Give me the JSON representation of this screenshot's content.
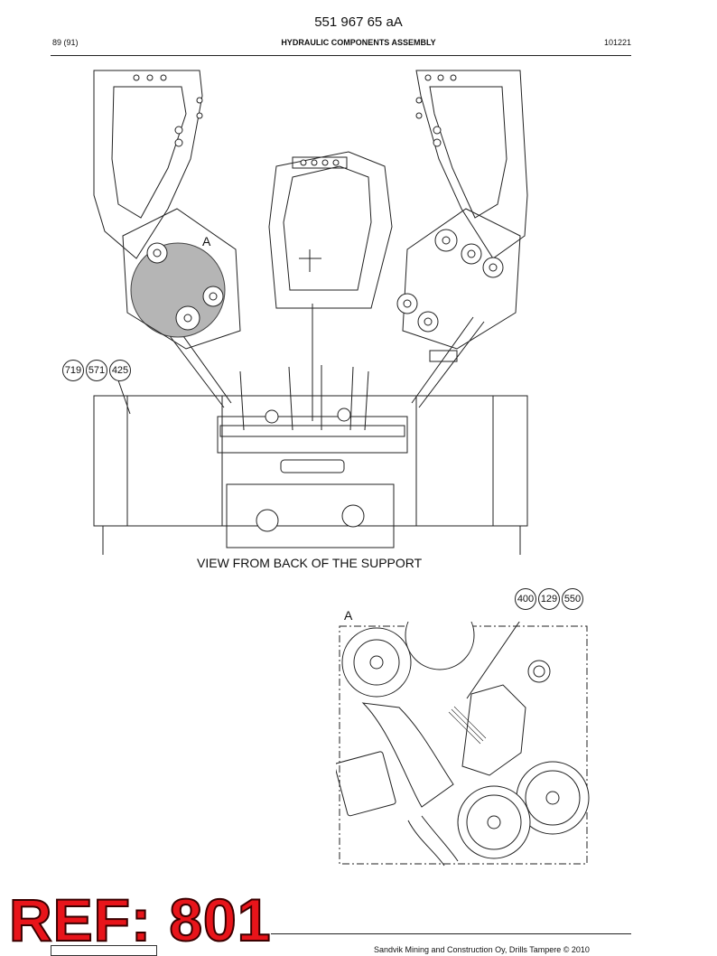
{
  "header": {
    "document_number": "551 967 65 aA",
    "page_index": "89 (91)",
    "title": "HYDRAULIC COMPONENTS ASSEMBLY",
    "date_code": "101221"
  },
  "main_view": {
    "caption": "VIEW FROM BACK OF THE SUPPORT",
    "detail_marker": "A",
    "callouts": [
      "719",
      "571",
      "425"
    ]
  },
  "detail_view": {
    "label": "A",
    "callouts": [
      "400",
      "129",
      "550"
    ]
  },
  "footer": {
    "copyright": "Sandvik Mining and Construction Oy, Drills Tampere © 2010",
    "stamp": "REF: 801"
  },
  "colors": {
    "stamp_red": "#e8141a",
    "line": "#222222",
    "highlight_gray": "#b5b5b5"
  }
}
